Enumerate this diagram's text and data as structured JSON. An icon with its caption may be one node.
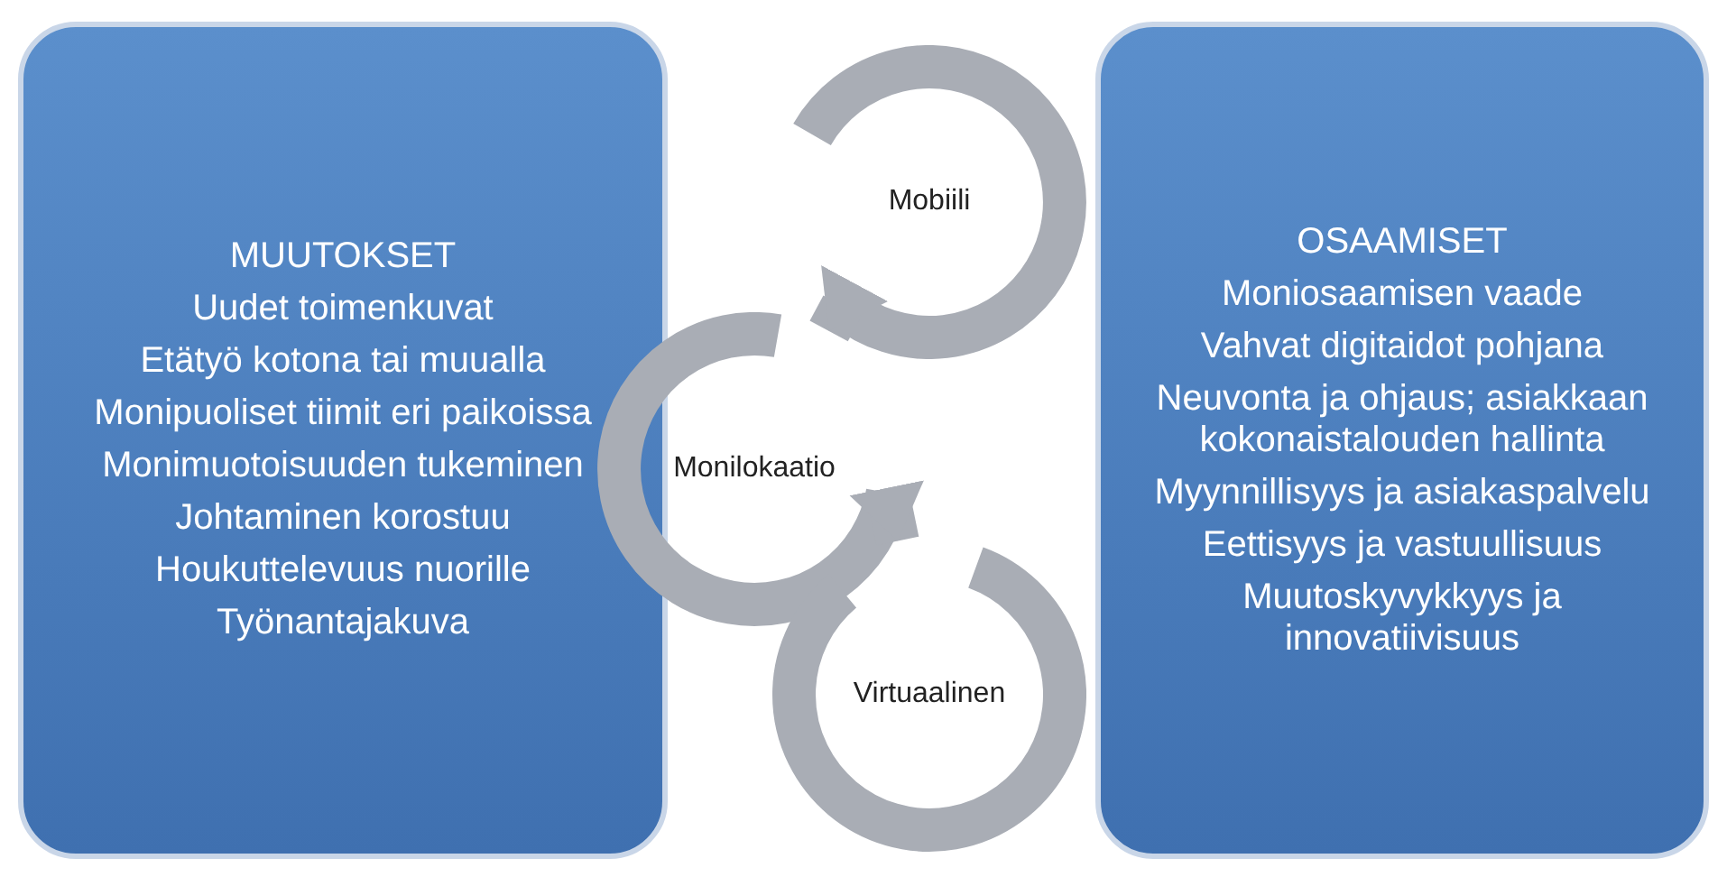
{
  "diagram": {
    "nodes": [
      {
        "text": [
          "MUUTOKSET",
          "Uudet toimenkuvat",
          "Etätyö kotona tai muualla",
          "Monipuoliset tiimit eri paikoissa",
          "Monimuotoisuuden tukeminen",
          "Johtaminen korostuu",
          "Houkuttelevuus nuorille",
          "Työnantajakuva"
        ]
      },
      {
        "text": [
          "Mobiili"
        ]
      },
      {
        "text": [
          "Monilokaatio"
        ]
      },
      {
        "text": [
          "Virtuaalinen"
        ]
      },
      {
        "text": [
          "OSAAMISET",
          "Moniosaamisen vaade",
          "Vahvat digitaidot pohjana",
          "Neuvonta ja ohjaus; asiakkaan kokonaistalouden hallinta",
          "Myynnillisyys ja asiakaspalvelu",
          "Eettisyys ja vastuullisuus",
          "Muutoskyvykkyys ja innovatiivisuus"
        ]
      }
    ],
    "edges": [
      {
        "from": 1,
        "to": 2,
        "arrow": "to"
      },
      {
        "from": 2,
        "to": 3,
        "arrow": "to"
      }
    ]
  }
}
